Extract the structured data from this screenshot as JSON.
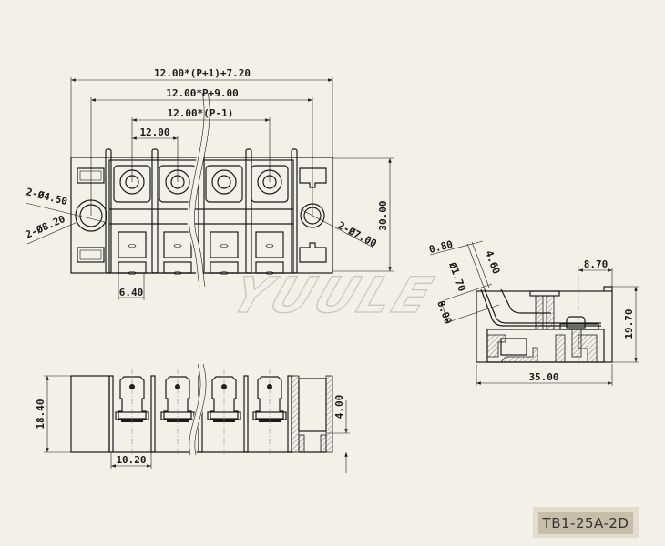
{
  "watermark": "YUULE",
  "front_view": {
    "dims": {
      "overall": "12.00*(P+1)+7.20",
      "mount_pitch": "12.00*P+9.00",
      "terminal_span": "12.00*(P-1)",
      "pitch": "12.00",
      "height": "30.00",
      "tab_width": "6.40",
      "hole_small": "2-Ø4.50",
      "hole_large": "2-Ø8.20",
      "hole_right": "2-Ø7.00"
    }
  },
  "side_view": {
    "dims": {
      "wire_thickness": "0.80",
      "pin_dia": "Ø1.70",
      "offset": "4.60",
      "pin_length": "8.00",
      "screw_offset": "8.70",
      "height": "19.70",
      "depth": "35.00"
    }
  },
  "bottom_view": {
    "dims": {
      "height": "18.40",
      "width": "10.20",
      "foot": "4.00"
    }
  },
  "model_label": "TB1-25A-2D"
}
